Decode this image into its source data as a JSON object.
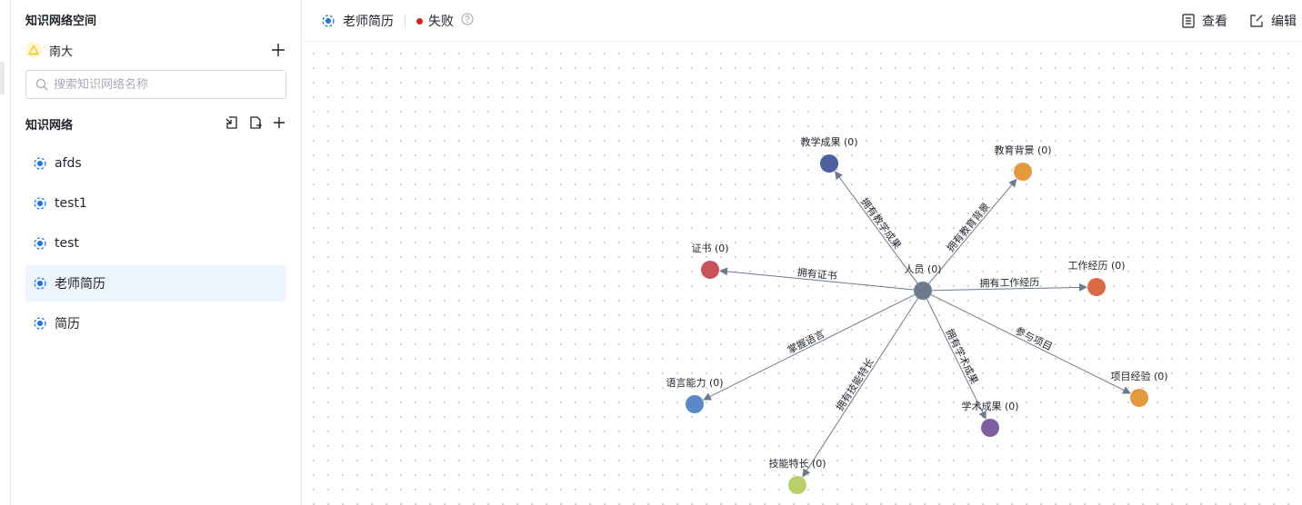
{
  "sidebar": {
    "title": "知识网络空间",
    "space": {
      "name": "南大",
      "icon": "warning-triangle-icon",
      "icon_color": "#f5c518"
    },
    "search": {
      "placeholder": "搜索知识网络名称",
      "value": ""
    },
    "section_title": "知识网络",
    "actions": [
      "import-icon",
      "export-icon",
      "plus-icon"
    ],
    "items": [
      {
        "label": "afds",
        "icon": "network-icon",
        "active": false
      },
      {
        "label": "test1",
        "icon": "network-icon",
        "active": false
      },
      {
        "label": "test",
        "icon": "network-icon",
        "active": false
      },
      {
        "label": "老师简历",
        "icon": "network-icon",
        "active": true
      },
      {
        "label": "简历",
        "icon": "network-icon",
        "active": false
      }
    ]
  },
  "topbar": {
    "network_name": "老师简历",
    "status": "失败",
    "status_color": "#e02020",
    "view_label": "查看",
    "edit_label": "编辑"
  },
  "graph": {
    "nodes": [
      {
        "id": "person",
        "label": "人员 (0)",
        "color": "#6b7a8c"
      },
      {
        "id": "teach",
        "label": "教学成果 (0)",
        "color": "#4d5f9f"
      },
      {
        "id": "edu",
        "label": "教育背景 (0)",
        "color": "#e29a3c"
      },
      {
        "id": "cert",
        "label": "证书 (0)",
        "color": "#c9515a"
      },
      {
        "id": "work",
        "label": "工作经历 (0)",
        "color": "#dd6a47"
      },
      {
        "id": "lang",
        "label": "语言能力 (0)",
        "color": "#5a89c7"
      },
      {
        "id": "proj",
        "label": "项目经验 (0)",
        "color": "#e29a3c"
      },
      {
        "id": "acad",
        "label": "学术成果 (0)",
        "color": "#7e5fa3"
      },
      {
        "id": "skill",
        "label": "技能特长 (0)",
        "color": "#b9cf6a"
      }
    ],
    "edges": [
      {
        "from": "person",
        "to": "teach",
        "label": "拥有教学成果"
      },
      {
        "from": "person",
        "to": "edu",
        "label": "拥有教育背景"
      },
      {
        "from": "person",
        "to": "cert",
        "label": "拥有证书"
      },
      {
        "from": "person",
        "to": "work",
        "label": "拥有工作经历"
      },
      {
        "from": "person",
        "to": "lang",
        "label": "掌握语言"
      },
      {
        "from": "person",
        "to": "proj",
        "label": "参与项目"
      },
      {
        "from": "person",
        "to": "acad",
        "label": "拥有学术成果"
      },
      {
        "from": "person",
        "to": "skill",
        "label": "拥有技能特长"
      }
    ],
    "edge_color": "#6b7a8c"
  }
}
